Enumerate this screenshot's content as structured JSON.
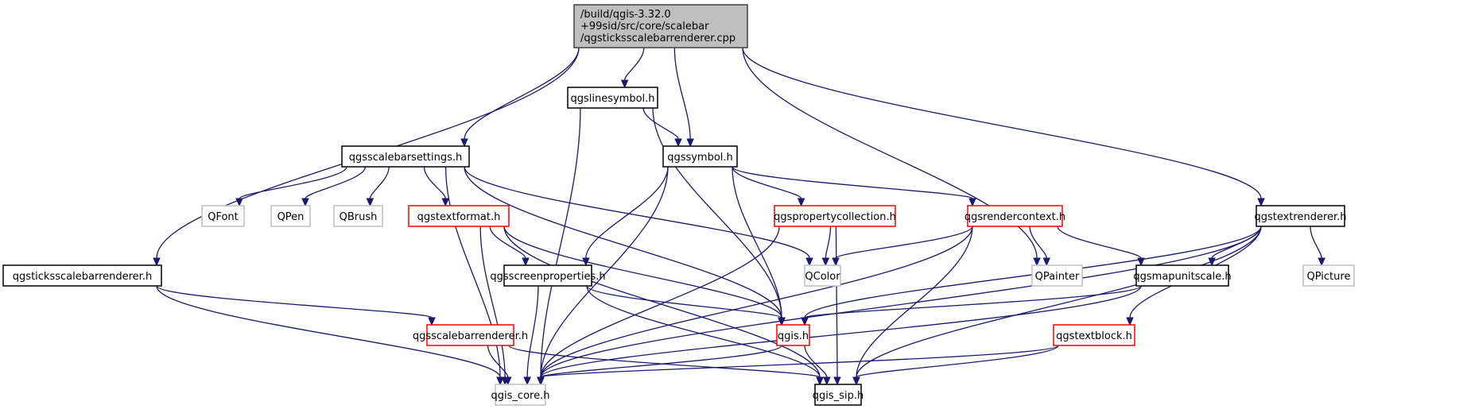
{
  "graph": {
    "title": "Include dependency graph for qgsticksscalebarrenderer.cpp",
    "colors": {
      "edge": "#191970",
      "root_fill": "#bfbfbf",
      "root_border": "#404040",
      "documented_border": "#000000",
      "incomplete_border": "#ff0000",
      "external_border": "#bfbfbf"
    },
    "nodes": [
      {
        "id": "root",
        "lines": [
          "/build/qgis-3.32.0",
          "+99sid/src/core/scalebar",
          "/qgsticksscalebarrenderer.cpp"
        ],
        "kind": "root"
      },
      {
        "id": "qgslinesymbol",
        "lines": [
          "qgslinesymbol.h"
        ],
        "kind": "documented"
      },
      {
        "id": "qgsscalebarsettings",
        "lines": [
          "qgsscalebarsettings.h"
        ],
        "kind": "documented"
      },
      {
        "id": "qgssymbol",
        "lines": [
          "qgssymbol.h"
        ],
        "kind": "documented"
      },
      {
        "id": "qgstextrenderer",
        "lines": [
          "qgstextrenderer.h"
        ],
        "kind": "documented"
      },
      {
        "id": "QFont",
        "lines": [
          "QFont"
        ],
        "kind": "external"
      },
      {
        "id": "QPen",
        "lines": [
          "QPen"
        ],
        "kind": "external"
      },
      {
        "id": "QBrush",
        "lines": [
          "QBrush"
        ],
        "kind": "external"
      },
      {
        "id": "qgstextformat",
        "lines": [
          "qgstextformat.h"
        ],
        "kind": "incomplete"
      },
      {
        "id": "qgspropertycollection",
        "lines": [
          "qgspropertycollection.h"
        ],
        "kind": "incomplete"
      },
      {
        "id": "qgsrendercontext",
        "lines": [
          "qgsrendercontext.h"
        ],
        "kind": "incomplete"
      },
      {
        "id": "QPicture",
        "lines": [
          "QPicture"
        ],
        "kind": "external"
      },
      {
        "id": "qgsticksscalebarrenderer",
        "lines": [
          "qgsticksscalebarrenderer.h"
        ],
        "kind": "documented"
      },
      {
        "id": "qgsscreenproperties",
        "lines": [
          "qgsscreenproperties.h"
        ],
        "kind": "documented"
      },
      {
        "id": "QColor",
        "lines": [
          "QColor"
        ],
        "kind": "external"
      },
      {
        "id": "QPainter",
        "lines": [
          "QPainter"
        ],
        "kind": "external"
      },
      {
        "id": "qgsmapunitscale",
        "lines": [
          "qgsmapunitscale.h"
        ],
        "kind": "documented"
      },
      {
        "id": "qgsscalebarrenderer",
        "lines": [
          "qgsscalebarrenderer.h"
        ],
        "kind": "incomplete"
      },
      {
        "id": "qgis",
        "lines": [
          "qgis.h"
        ],
        "kind": "incomplete"
      },
      {
        "id": "qgstextblock",
        "lines": [
          "qgstextblock.h"
        ],
        "kind": "incomplete"
      },
      {
        "id": "qgis_core",
        "lines": [
          "qgis_core.h"
        ],
        "kind": "external"
      },
      {
        "id": "qgis_sip",
        "lines": [
          "qgis_sip.h"
        ],
        "kind": "documented"
      }
    ],
    "edges": [
      [
        "root",
        "qgslinesymbol"
      ],
      [
        "root",
        "qgsscalebarsettings"
      ],
      [
        "root",
        "qgssymbol"
      ],
      [
        "root",
        "qgstextrenderer"
      ],
      [
        "root",
        "qgsticksscalebarrenderer"
      ],
      [
        "root",
        "QPainter"
      ],
      [
        "qgslinesymbol",
        "qgssymbol"
      ],
      [
        "qgslinesymbol",
        "qgis"
      ],
      [
        "qgslinesymbol",
        "qgis_core"
      ],
      [
        "qgsscalebarsettings",
        "QFont"
      ],
      [
        "qgsscalebarsettings",
        "QPen"
      ],
      [
        "qgsscalebarsettings",
        "QBrush"
      ],
      [
        "qgsscalebarsettings",
        "qgstextformat"
      ],
      [
        "qgsscalebarsettings",
        "QColor"
      ],
      [
        "qgsscalebarsettings",
        "qgis"
      ],
      [
        "qgsscalebarsettings",
        "qgis_core"
      ],
      [
        "qgssymbol",
        "qgspropertycollection"
      ],
      [
        "qgssymbol",
        "qgsrendercontext"
      ],
      [
        "qgssymbol",
        "qgsscreenproperties"
      ],
      [
        "qgssymbol",
        "qgis"
      ],
      [
        "qgssymbol",
        "qgis_core"
      ],
      [
        "qgstextformat",
        "qgsscreenproperties"
      ],
      [
        "qgstextformat",
        "qgis"
      ],
      [
        "qgstextformat",
        "qgis_core"
      ],
      [
        "qgstextformat",
        "qgis_sip"
      ],
      [
        "qgspropertycollection",
        "QColor"
      ],
      [
        "qgspropertycollection",
        "qgis_core"
      ],
      [
        "qgspropertycollection",
        "qgis_sip"
      ],
      [
        "qgsrendercontext",
        "QColor"
      ],
      [
        "qgsrendercontext",
        "QPainter"
      ],
      [
        "qgsrendercontext",
        "qgsmapunitscale"
      ],
      [
        "qgsrendercontext",
        "qgis_core"
      ],
      [
        "qgsrendercontext",
        "qgis_sip"
      ],
      [
        "qgstextrenderer",
        "qgsmapunitscale"
      ],
      [
        "qgstextrenderer",
        "QPicture"
      ],
      [
        "qgstextrenderer",
        "qgis"
      ],
      [
        "qgstextrenderer",
        "qgstextblock"
      ],
      [
        "qgstextrenderer",
        "qgis_core"
      ],
      [
        "qgstextrenderer",
        "qgis_sip"
      ],
      [
        "qgsticksscalebarrenderer",
        "qgsscalebarrenderer"
      ],
      [
        "qgsticksscalebarrenderer",
        "qgis_core"
      ],
      [
        "qgsscreenproperties",
        "qgis"
      ],
      [
        "qgsscreenproperties",
        "qgis_core"
      ],
      [
        "qgsscreenproperties",
        "qgis_sip"
      ],
      [
        "qgsmapunitscale",
        "qgis"
      ],
      [
        "qgsmapunitscale",
        "qgis_core"
      ],
      [
        "qgsscalebarrenderer",
        "qgis_core"
      ],
      [
        "qgsscalebarrenderer",
        "qgis_sip"
      ],
      [
        "qgis",
        "qgis_core"
      ],
      [
        "qgis",
        "qgis_sip"
      ],
      [
        "qgstextblock",
        "qgis_core"
      ],
      [
        "qgstextblock",
        "qgis_sip"
      ]
    ]
  }
}
